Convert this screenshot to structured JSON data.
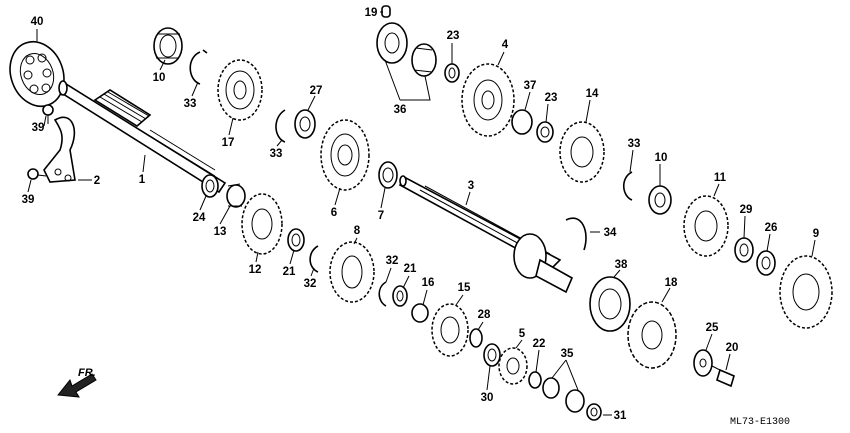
{
  "diagram_code": "ML73-E1300",
  "direction_label": "FR.",
  "callouts": [
    "40",
    "10",
    "33",
    "17",
    "27",
    "33",
    "6",
    "7",
    "1",
    "2",
    "39",
    "39",
    "24",
    "13",
    "12",
    "21",
    "32",
    "8",
    "32",
    "21",
    "16",
    "15",
    "28",
    "30",
    "19",
    "23",
    "4",
    "36",
    "37",
    "23",
    "14",
    "33",
    "10",
    "3",
    "34",
    "11",
    "29",
    "26",
    "9",
    "38",
    "18",
    "25",
    "20",
    "5",
    "22",
    "35",
    "31"
  ]
}
